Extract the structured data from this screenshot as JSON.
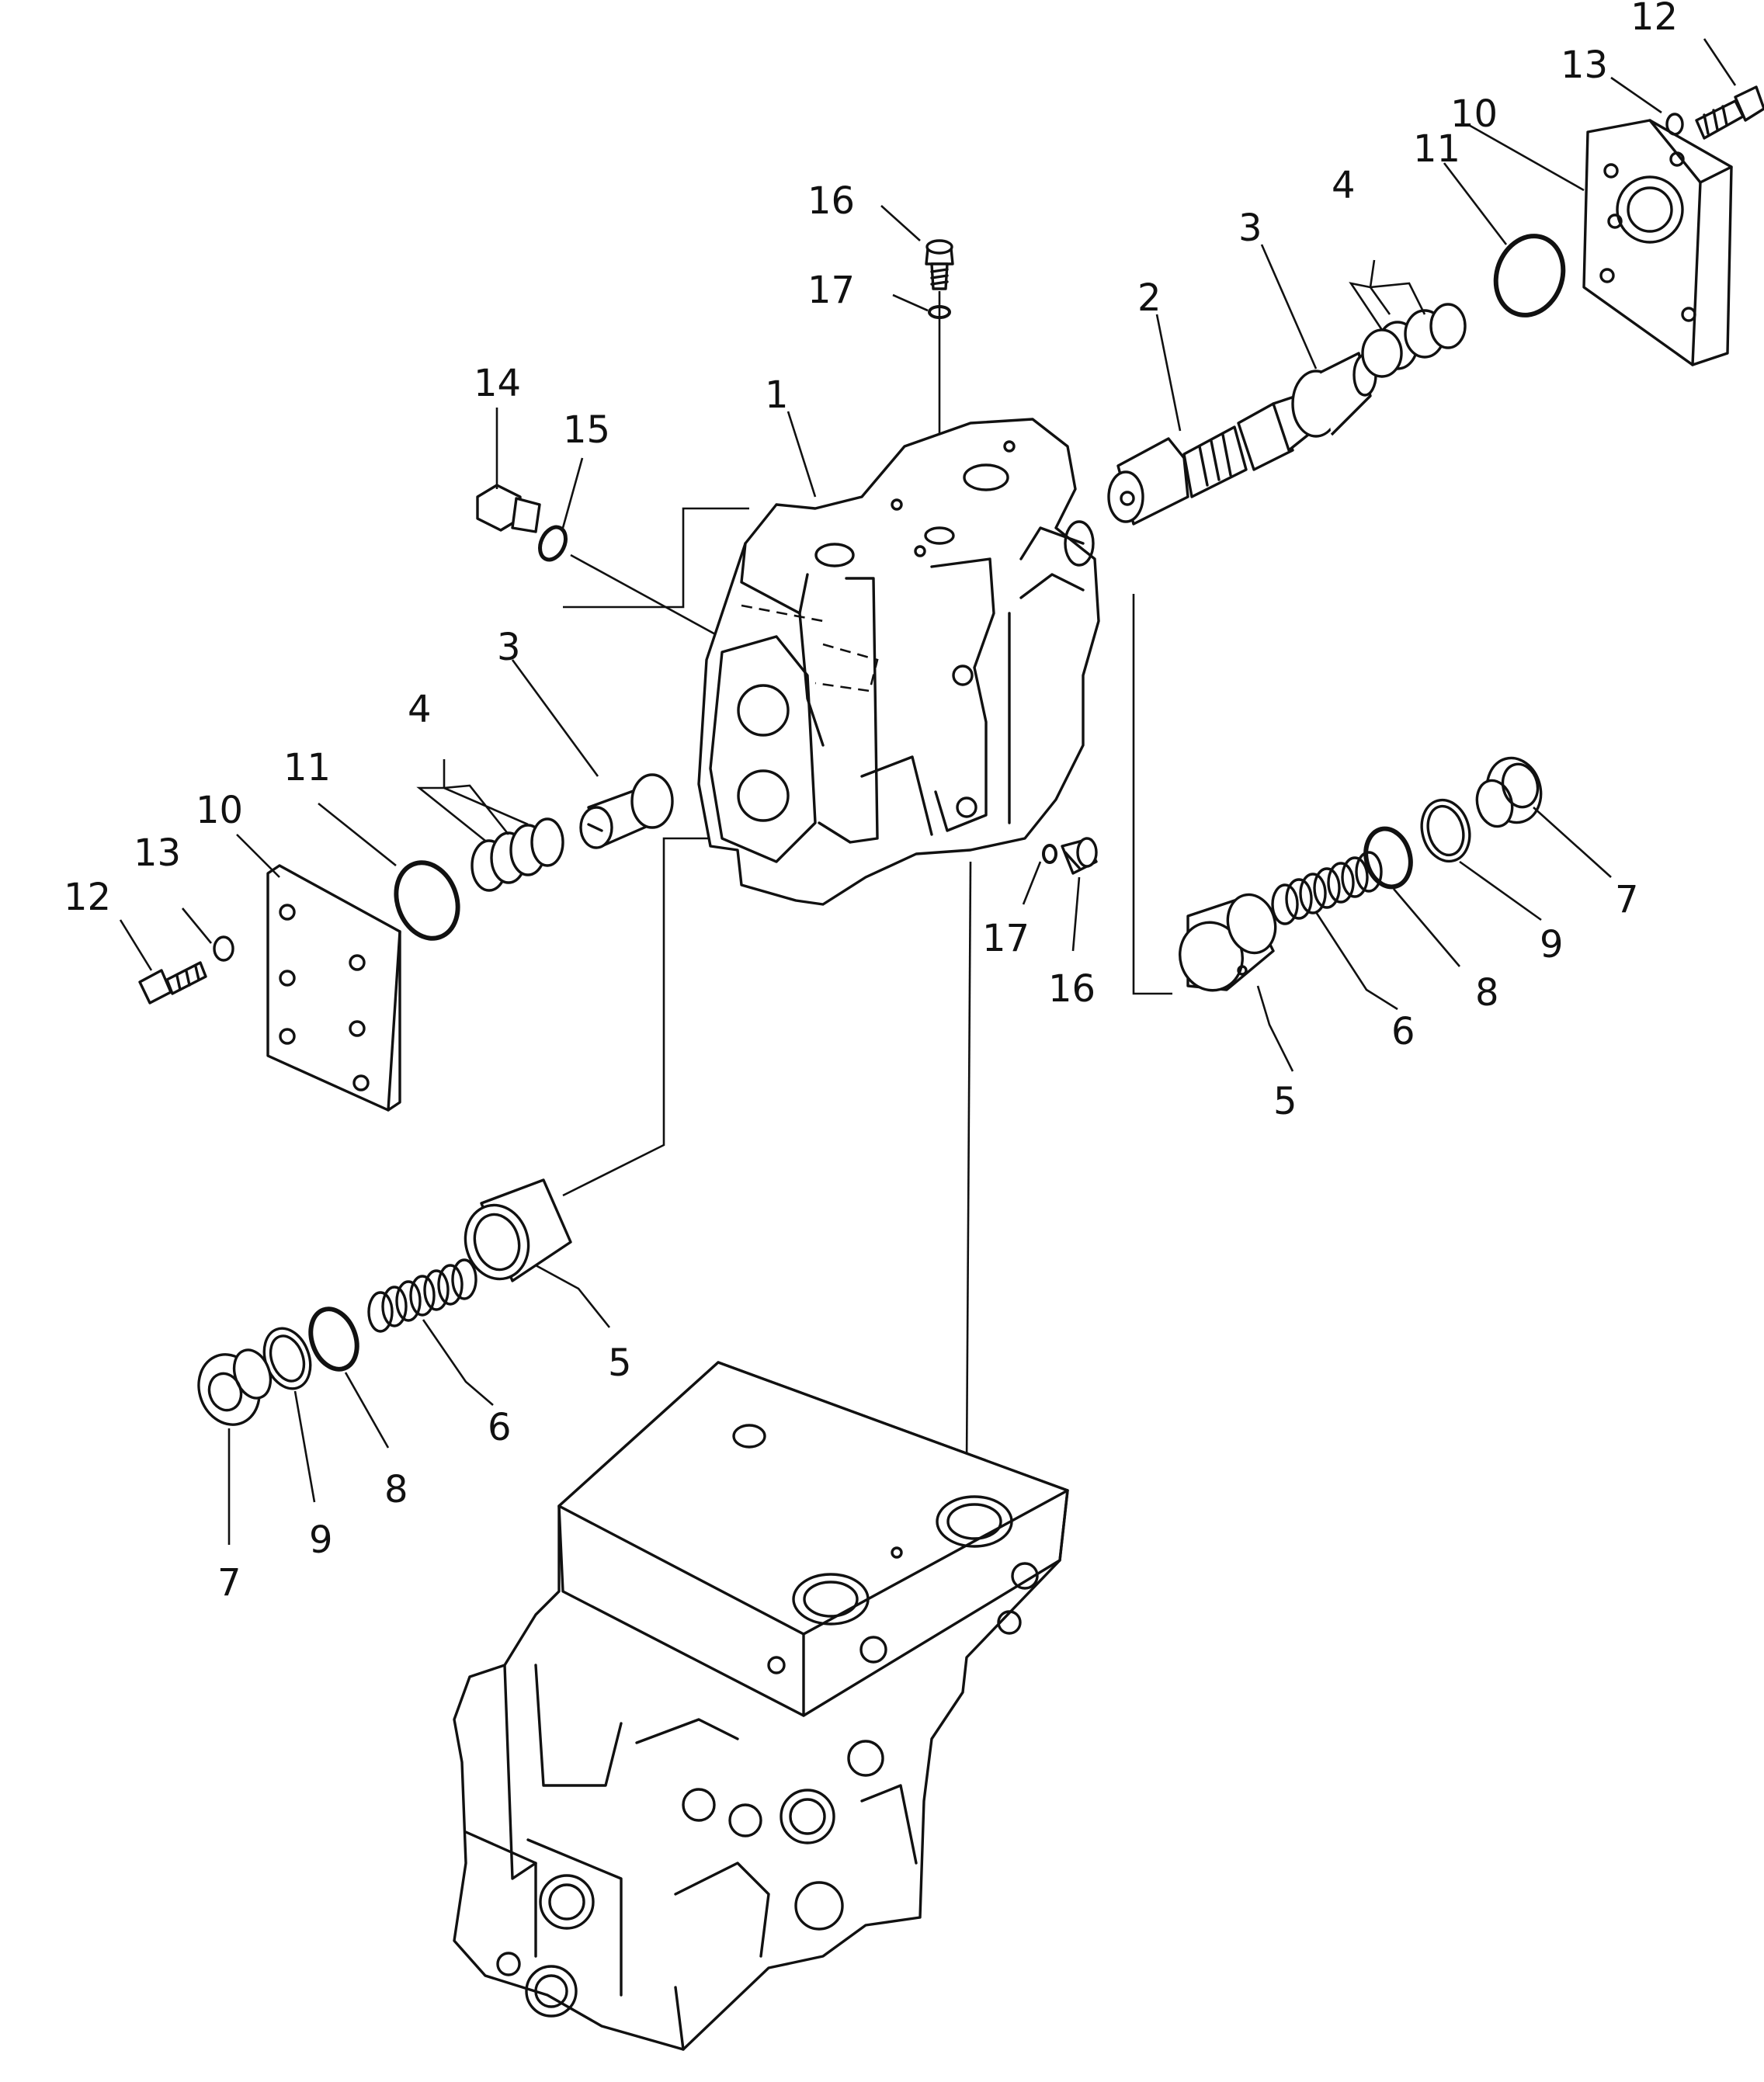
{
  "callouts": {
    "c1": "1",
    "c2": "2",
    "c3_right": "3",
    "c3_left": "3",
    "c4_right": "4",
    "c4_left": "4",
    "c5_right": "5",
    "c5_left": "5",
    "c6_right": "6",
    "c6_left": "6",
    "c7_right": "7",
    "c7_left": "7",
    "c8_right": "8",
    "c8_left": "8",
    "c9_right": "9",
    "c9_left": "9",
    "c10_right": "10",
    "c10_left": "10",
    "c11_right": "11",
    "c11_left": "11",
    "c12_right": "12",
    "c12_left": "12",
    "c13_right": "13",
    "c13_left": "13",
    "c14": "14",
    "c15": "15",
    "c16_top": "16",
    "c16_mid": "16",
    "c17_top": "17",
    "c17_mid": "17"
  }
}
